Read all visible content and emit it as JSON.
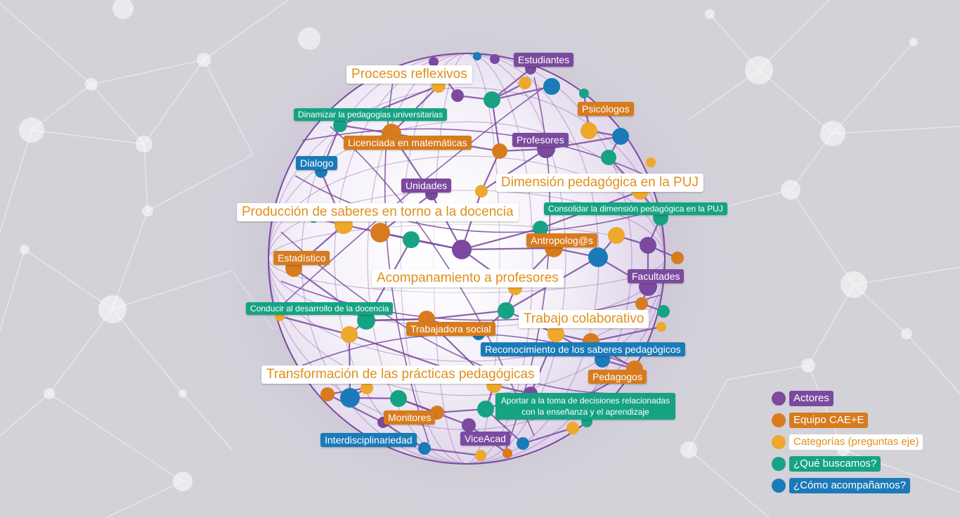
{
  "colors": {
    "actores": "#7b4a9f",
    "equipo": "#d77b1e",
    "categorias": "#eea82c",
    "que_buscamos": "#16a383",
    "como_acompanamos": "#1b7ab8",
    "network_lines": "#7b4a9f",
    "background": "#d3d2d9"
  },
  "labels": {
    "estudiantes": "Estudiantes",
    "procesos_reflexivos": "Procesos reflexivos",
    "psicologos": "Psicólogos",
    "dinamizar": "Dinamizar la pedagogias universitarias",
    "licenciada": "Licenciada en matemáticas",
    "profesores": "Profesores",
    "dialogo": "Dialogo",
    "unidades": "Unidades",
    "dimension": "Dimensión pedagógica en la PUJ",
    "produccion": "Producción de saberes en torno a la docencia",
    "consolidar": "Consolidar la dimensión pedagógica en la PUJ",
    "antropologos": "Antropolog@s",
    "estadistico": "Estadístico",
    "acompanamiento": "Acompanamiento a profesores",
    "facultades": "Facultades",
    "conducir": "Conducir al desarrollo de la docencia",
    "trabajadora": "Trabajadora  social",
    "trabajo_colaborativo": "Trabajo colaborativo",
    "reconocimiento": "Reconocimiento de los saberes pedagógicos",
    "transformacion": "Transformación de las prácticas pedagógicas",
    "pedagogos": "Pedagogos",
    "aportar": "Aportar a la toma de decisiones relacionadas con la enseñanza y el aprendizaje",
    "monitores": "Monitores",
    "interdisciplinariedad": "Interdisciplinariedad",
    "viceacad": "ViceAcad"
  },
  "legend": {
    "actores": "Actores",
    "equipo": "Equipo CAE+E",
    "categorias": "Categorías (preguntas eje)",
    "que_buscamos": "¿Qué buscamos?",
    "como_acompanamos": "¿Cómo acompañamos?"
  }
}
